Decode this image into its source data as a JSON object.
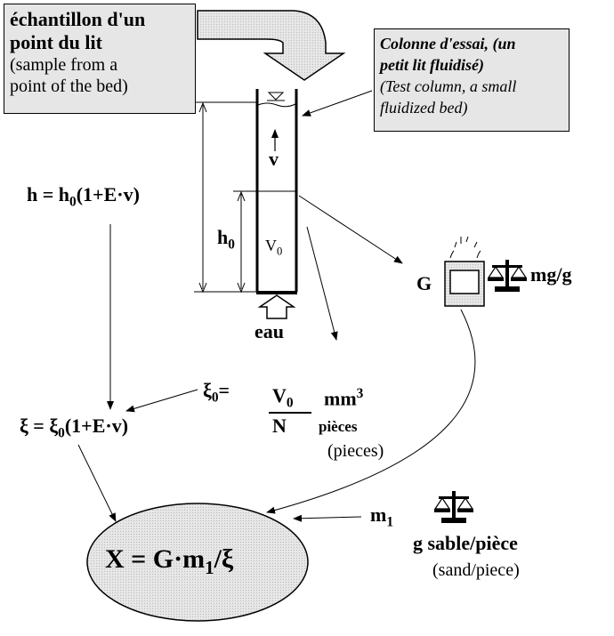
{
  "sample_box": {
    "title_line1": "échantillon d'un",
    "title_line2": "point du lit",
    "sub_line1": "(sample from a",
    "sub_line2": "point of the bed)"
  },
  "column_box": {
    "title_line1": "Colonne d'essai, (un",
    "title_line2": "petit lit fluidisé)",
    "sub_line1": "(Test column, a small",
    "sub_line2": "fluidized bed)"
  },
  "column": {
    "v_label": "v",
    "h0_label": "h",
    "h0_sub": "0",
    "v0_label": "V",
    "v0_sub": "0",
    "water_label": "eau"
  },
  "formula_h": {
    "lhs": "h = h",
    "sub": "0",
    "rhs": "(1+E·v)"
  },
  "balance": {
    "g_label": "G",
    "unit": "mg/g"
  },
  "xi0": {
    "lhs": "ξ",
    "lhs_sub": "0",
    "eq": "=",
    "num": "V",
    "num_sub": "0",
    "den": "N",
    "unit": "mm",
    "unit_sup": "3",
    "pieces": "pièces",
    "pieces_en": "(pieces)"
  },
  "formula_xi": {
    "lhs": "ξ = ξ",
    "sub": "0",
    "rhs": "(1+E·v)"
  },
  "m1": {
    "label": "m",
    "sub": "1",
    "unit": "g sable/pièce",
    "unit_en": "(sand/piece)"
  },
  "result": {
    "text": "X = G·m",
    "sub": "1",
    "rest": "/ξ"
  }
}
